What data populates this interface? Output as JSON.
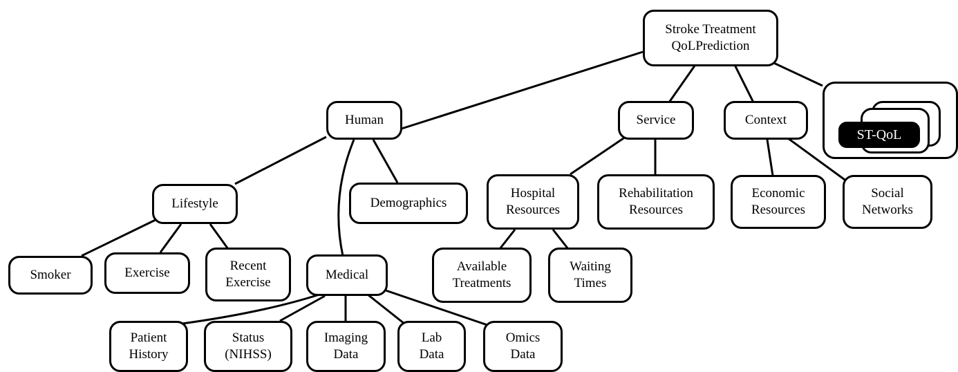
{
  "nodes": {
    "root": "Stroke Treatment\nQoLPrediction",
    "human": "Human",
    "service": "Service",
    "context": "Context",
    "lifestyle": "Lifestyle",
    "demographics": "Demographics",
    "hospital_resources": "Hospital\nResources",
    "rehabilitation_resources": "Rehabilitation\nResources",
    "economic_resources": "Economic\nResources",
    "social_networks": "Social\nNetworks",
    "smoker": "Smoker",
    "exercise": "Exercise",
    "recent_exercise": "Recent\nExercise",
    "medical": "Medical",
    "available_treatments": "Available\nTreatments",
    "waiting_times": "Waiting\nTimes",
    "patient_history": "Patient\nHistory",
    "status_nihss": "Status\n(NIHSS)",
    "imaging_data": "Imaging\nData",
    "lab_data": "Lab\nData",
    "omics_data": "Omics\nData"
  },
  "logo": {
    "text": "ST-QoL"
  }
}
